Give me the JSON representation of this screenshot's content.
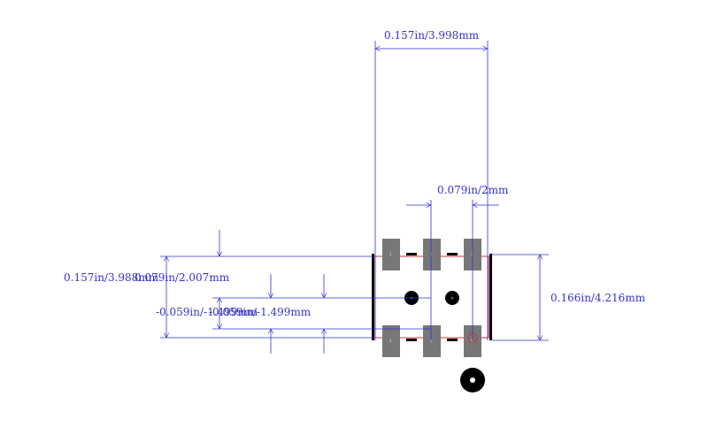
{
  "drawing": {
    "dimensions": {
      "overall_width": "0.157in/3.998mm",
      "pitch": "0.079in/2mm",
      "overall_height": "0.166in/4.216mm",
      "body_width_a": "0.157in/3.988mm",
      "body_width_b": "0.079in/2.007mm",
      "offset_a": "-0.059in/-1.499mm",
      "offset_b": "-0.059in/-1.499mm"
    },
    "pads": [
      {
        "label": "1"
      },
      {
        "label": "2"
      },
      {
        "label": "3"
      },
      {
        "label": "4"
      },
      {
        "label": "5"
      },
      {
        "label": "6"
      }
    ],
    "colors": {
      "dimension_line": "#3333cc",
      "pad": "#777777",
      "outline": "#000000",
      "courtyard": "#cc3333"
    }
  }
}
